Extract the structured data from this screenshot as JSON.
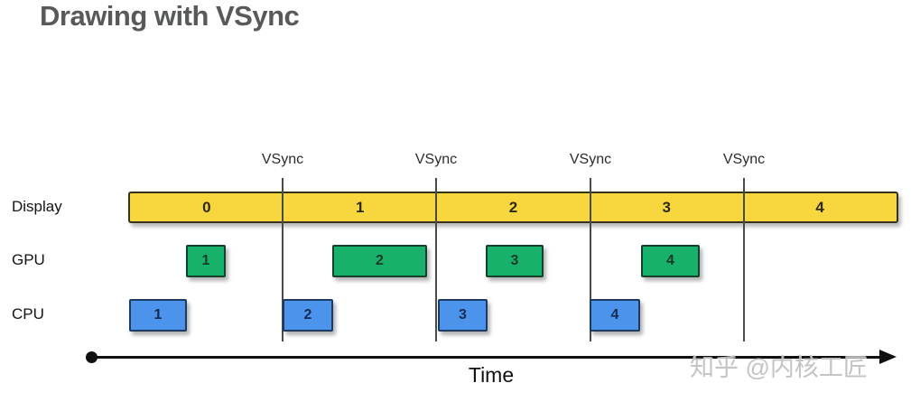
{
  "title": "Drawing with VSync",
  "diagram": {
    "vsync_label": "VSync",
    "vsync_line_positions_x": [
      313,
      483,
      654,
      824
    ],
    "rows": {
      "display_label": "Display",
      "gpu_label": "GPU",
      "cpu_label": "CPU"
    },
    "display_frames": [
      "0",
      "1",
      "2",
      "3",
      "4"
    ],
    "gpu_blocks": [
      "1",
      "2",
      "3",
      "4"
    ],
    "cpu_blocks": [
      "1",
      "2",
      "3",
      "4"
    ],
    "time_axis_label": "Time"
  },
  "watermark": "知乎 @内核工匠",
  "colors": {
    "display_bar_fill": "#F8D73E",
    "gpu_block_fill": "#18B16C",
    "cpu_block_fill": "#4C93EB",
    "vsync_line": "#4A4A4A",
    "title_text": "#58595B",
    "axis": "#101010",
    "watermark_text": "#C1C1C1"
  }
}
